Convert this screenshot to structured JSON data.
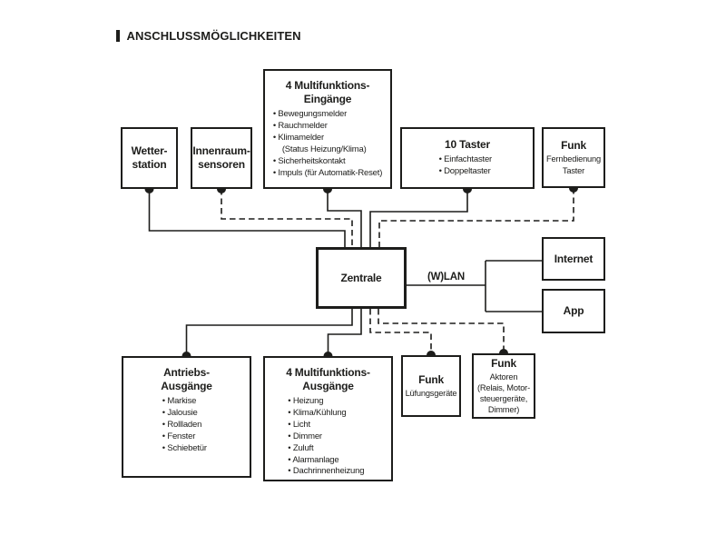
{
  "title": "ANSCHLUSSMÖGLICHKEITEN",
  "colors": {
    "ink": "#1d1d1b",
    "bg": "#ffffff"
  },
  "wlan": {
    "label": "(W)LAN"
  },
  "nodes": {
    "wetterstation": {
      "label": "Wetter-\nstation"
    },
    "innenraumsensoren": {
      "label": "Innenraum-\nsensoren"
    },
    "eingaenge": {
      "title": "4 Multifunktions-\nEingänge",
      "items": [
        "Bewegungsmelder",
        "Rauchmelder",
        "Klimamelder\n(Status Heizung/Klima)",
        "Sicherheitskontakt",
        "Impuls (für Automatik-Reset)"
      ]
    },
    "taster": {
      "title": "10 Taster",
      "items": [
        "Einfachtaster",
        "Doppeltaster"
      ]
    },
    "funk_fernbedienung": {
      "title": "Funk",
      "subtitle": "Fernbedienung\nTaster"
    },
    "zentrale": {
      "label": "Zentrale"
    },
    "internet": {
      "label": "Internet"
    },
    "app": {
      "label": "App"
    },
    "antriebe": {
      "title": "Antriebs-\nAusgänge",
      "items": [
        "Markise",
        "Jalousie",
        "Rollladen",
        "Fenster",
        "Schiebetür"
      ]
    },
    "ausgaenge": {
      "title": "4 Multifunktions-\nAusgänge",
      "items": [
        "Heizung",
        "Klima/Kühlung",
        "Licht",
        "Dimmer",
        "Zuluft",
        "Alarmanlage",
        "Dachrinnenheizung"
      ]
    },
    "funk_lueftung": {
      "title": "Funk",
      "subtitle": "Lüfungsgeräte"
    },
    "funk_aktoren": {
      "title": "Funk",
      "subtitle": "Aktoren\n(Relais, Motor-\nsteuergeräte,\nDimmer)"
    }
  },
  "connections": [
    {
      "from": "Wetterstation",
      "to": "Zentrale",
      "type": "wired"
    },
    {
      "from": "Innenraumsensoren",
      "to": "Zentrale",
      "type": "wireless"
    },
    {
      "from": "4 Multifunktions-Eingänge",
      "to": "Zentrale",
      "type": "wired"
    },
    {
      "from": "10 Taster",
      "to": "Zentrale",
      "type": "wired"
    },
    {
      "from": "Funk Fernbedienung Taster",
      "to": "Zentrale",
      "type": "wireless"
    },
    {
      "from": "Zentrale",
      "to": "Antriebs-Ausgänge",
      "type": "wired"
    },
    {
      "from": "Zentrale",
      "to": "4 Multifunktions-Ausgänge",
      "type": "wired"
    },
    {
      "from": "Zentrale",
      "to": "Funk Lüfungsgeräte",
      "type": "wireless"
    },
    {
      "from": "Zentrale",
      "to": "Funk Aktoren",
      "type": "wireless"
    },
    {
      "from": "Zentrale",
      "to": "Internet",
      "type": "wlan",
      "label": "(W)LAN"
    },
    {
      "from": "Zentrale",
      "to": "App",
      "type": "wlan",
      "label": "(W)LAN"
    }
  ]
}
